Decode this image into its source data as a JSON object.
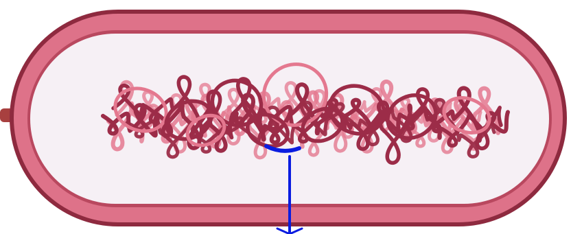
{
  "diagram": {
    "subject": "bacterial-cell",
    "parts": [
      {
        "name": "outer-wall",
        "icon": "capsule-outline"
      },
      {
        "name": "cytoplasm",
        "icon": "cytoplasm-fill"
      },
      {
        "name": "nucleoid",
        "icon": "tangled-dna"
      },
      {
        "name": "pilus",
        "icon": "side-projection"
      },
      {
        "name": "pointer",
        "icon": "blue-callout-line"
      }
    ],
    "colors": {
      "wall_outer": "#8e2a3f",
      "wall_band": "#de7289",
      "wall_inner_edge": "#b9485f",
      "cytoplasm": "#f6f0f5",
      "dna_dark": "#9c2c48",
      "dna_light": "#e4788f",
      "pilus": "#a8403f",
      "pointer": "#0a1ce0"
    }
  }
}
